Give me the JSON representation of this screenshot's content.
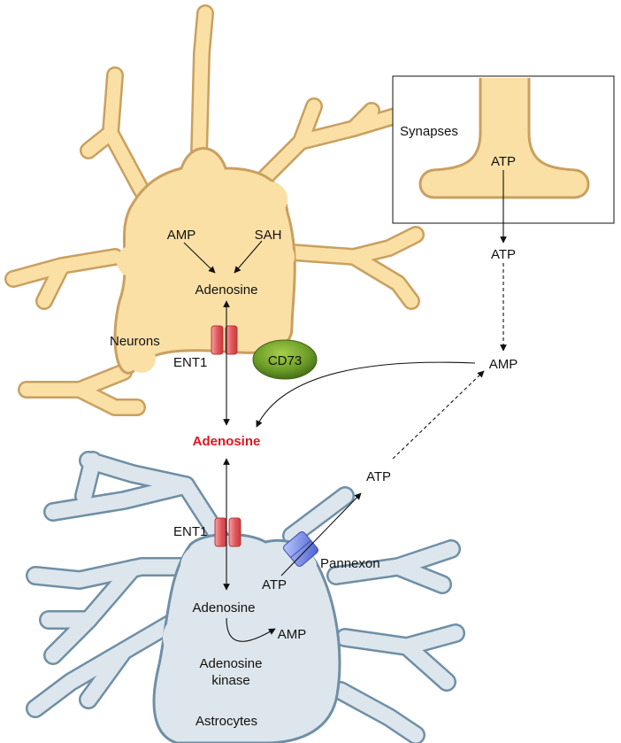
{
  "cells": {
    "neurons": "Neurons",
    "astrocytes": "Astrocytes",
    "synapses": "Synapses"
  },
  "neuron_labels": {
    "amp": "AMP",
    "sah": "SAH",
    "adenosine": "Adenosine",
    "ent1": "ENT1",
    "cd73": "CD73"
  },
  "extracellular": {
    "adenosine": "Adenosine",
    "atp_synapse": "ATP",
    "atp_release": "ATP",
    "amp": "AMP",
    "atp_astro": "ATP"
  },
  "astrocyte_labels": {
    "ent1": "ENT1",
    "pannexon": "Pannexon",
    "atp": "ATP",
    "adenosine": "Adenosine",
    "amp": "AMP",
    "kinase_line1": "Adenosine",
    "kinase_line2": "kinase"
  },
  "colors": {
    "neuron_fill": "#fbe0a6",
    "neuron_stroke": "#c9a060",
    "astro_fill": "#dde6ec",
    "astro_stroke": "#6f8fa6",
    "ent1": "#e25a5e",
    "cd73": "#5f8f23",
    "pannexon": "#6f84e0",
    "highlight": "#e0161d"
  }
}
